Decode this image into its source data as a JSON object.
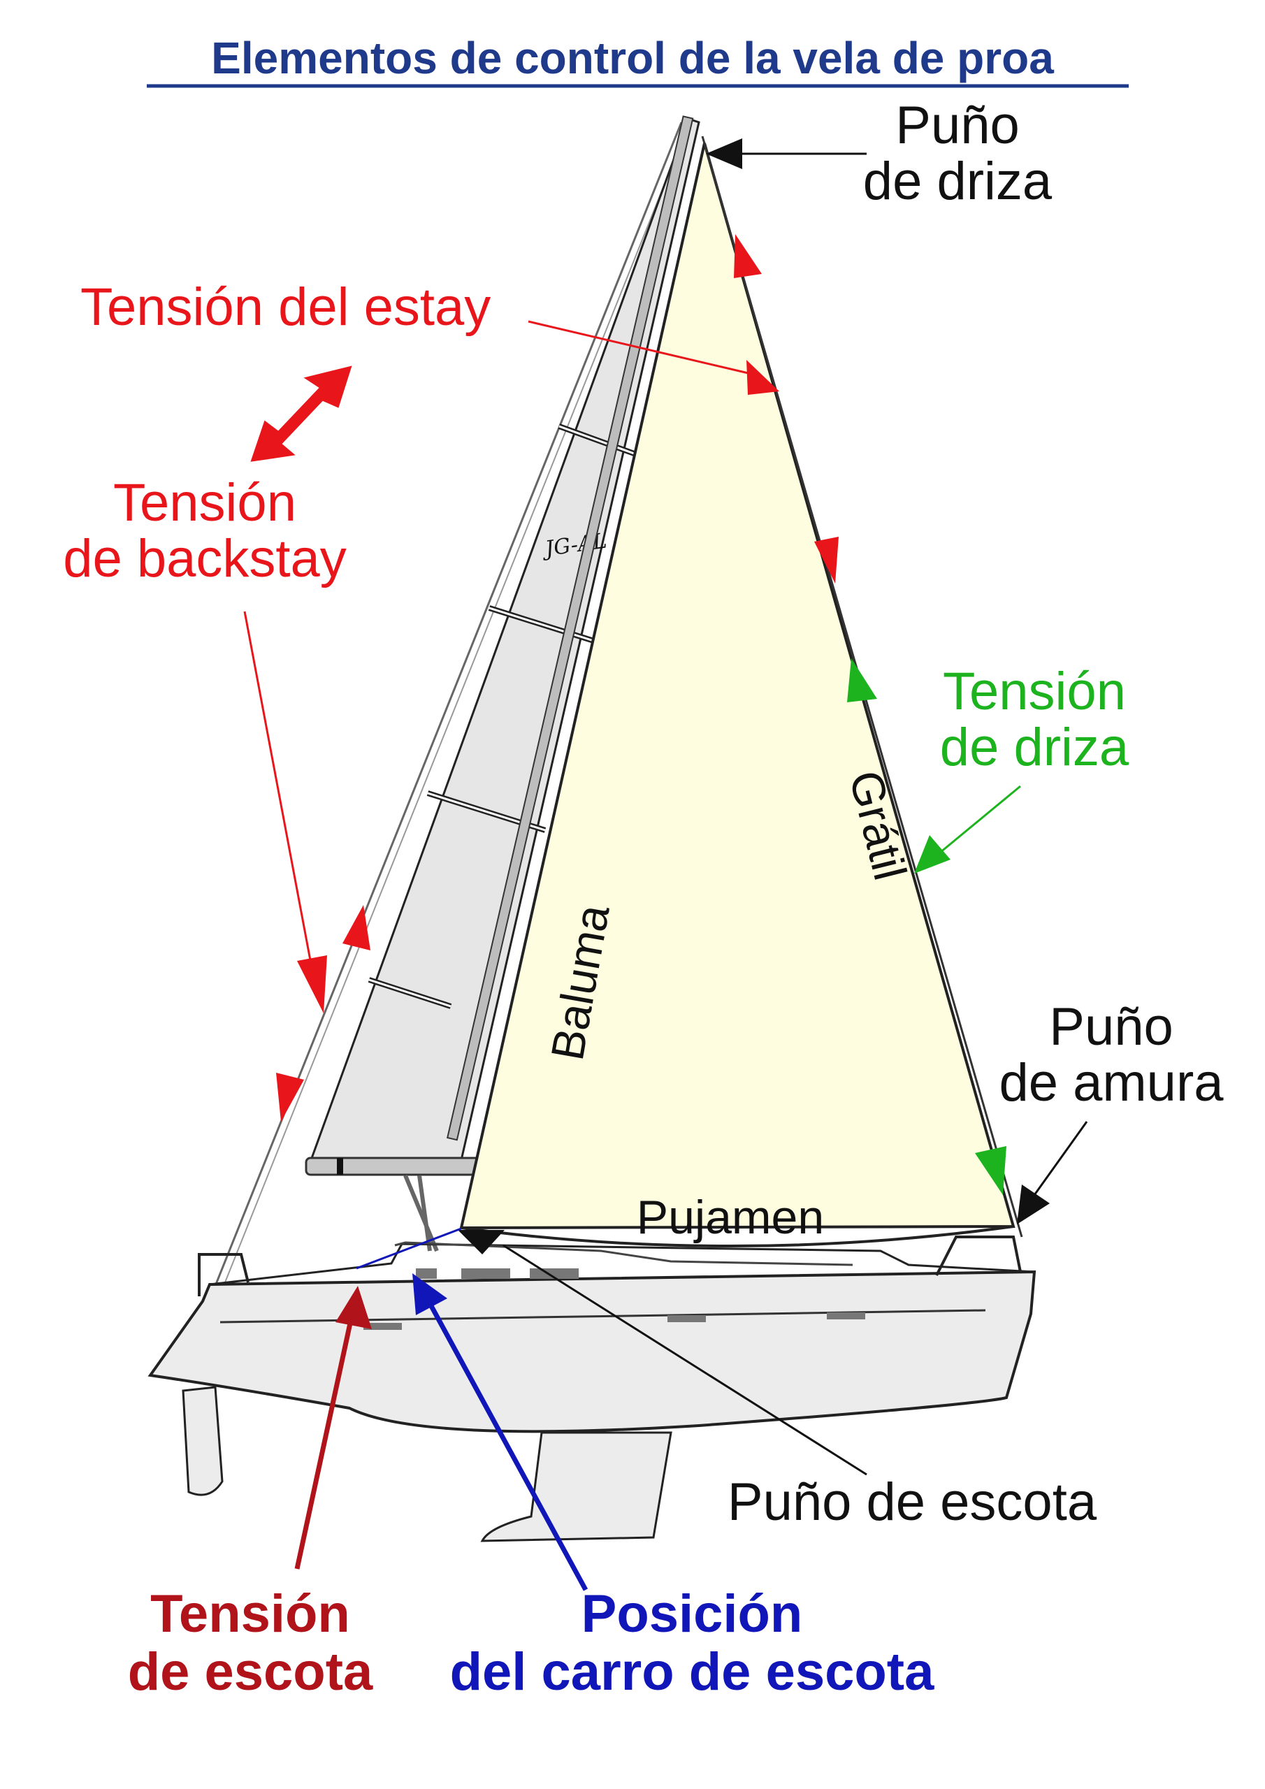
{
  "title": "Elementos de control de la vela de proa",
  "colors": {
    "title": "#1f3a8a",
    "red": "#e8161b",
    "dark_red": "#b0141a",
    "green": "#1db31f",
    "blue": "#1116b8",
    "black": "#111111",
    "jib_fill": "#fefde0",
    "main_fill": "#e6e6e6",
    "hull_fill": "#ececec"
  },
  "labels": {
    "puno_driza_1": "Puño",
    "puno_driza_2": "de driza",
    "tension_estay": "Tensión del estay",
    "tension_backstay_1": "Tensión",
    "tension_backstay_2": "de backstay",
    "tension_driza_1": "Tensión",
    "tension_driza_2": "de driza",
    "gratil": "Grátil",
    "baluma": "Baluma",
    "puno_amura_1": "Puño",
    "puno_amura_2": "de amura",
    "pujamen": "Pujamen",
    "puno_escota": "Puño de escota",
    "tension_escota_1": "Tensión",
    "tension_escota_2": "de escota",
    "posicion_carro_1": "Posición",
    "posicion_carro_2": "del carro de escota",
    "sail_mark": "JG-AL"
  },
  "icons": {
    "double_arrow": "double-headed-arrow-icon"
  }
}
